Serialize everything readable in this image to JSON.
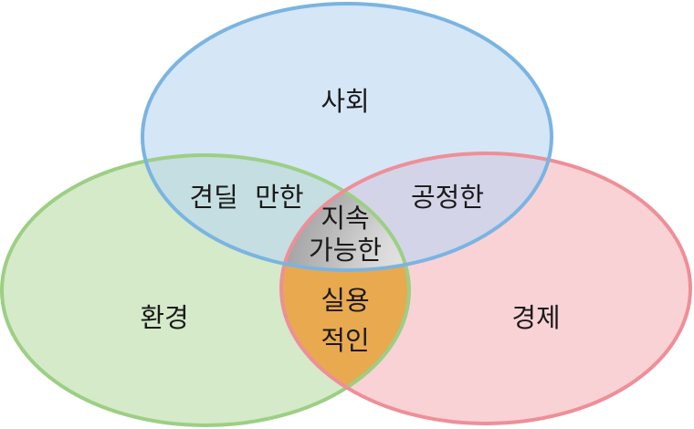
{
  "diagram": {
    "sets": [
      {
        "key": "social",
        "label": "사회",
        "fill": "#b9d6f2",
        "stroke": "#7ab4e2"
      },
      {
        "key": "environment",
        "label": "환경",
        "fill": "#c6e3b5",
        "stroke": "#9ccf84"
      },
      {
        "key": "economy",
        "label": "경제",
        "fill": "#f6b7bd",
        "stroke": "#ee8f98"
      }
    ],
    "intersections": {
      "bearable": "견딜  만한",
      "equitable": "공정한",
      "viable_line1": "실용",
      "viable_line2": "적인",
      "sustainable_line1": "지속",
      "sustainable_line2": "가능한"
    },
    "colors": {
      "viable_fill": "#e9a94f",
      "sustainable_center": "#ffffff",
      "sustainable_edge": "#8a8a8a"
    }
  }
}
